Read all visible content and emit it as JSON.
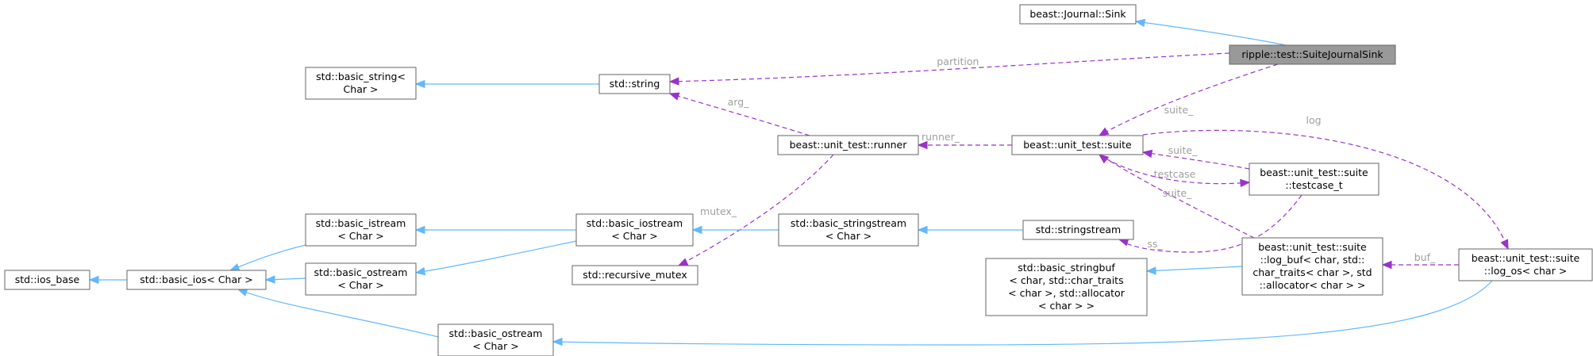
{
  "nodes": {
    "sink": [
      "beast::Journal::Sink"
    ],
    "suite_sink": [
      "ripple::test::SuiteJournalSink"
    ],
    "basic_string": [
      "std::basic_string<",
      "Char >"
    ],
    "string": [
      "std::string"
    ],
    "runner": [
      "beast::unit_test::runner"
    ],
    "suite": [
      "beast::unit_test::suite"
    ],
    "testcase_t": [
      "beast::unit_test::suite",
      "::testcase_t"
    ],
    "basic_istream": [
      "std::basic_istream",
      "< Char >"
    ],
    "basic_iostream": [
      "std::basic_iostream",
      "< Char >"
    ],
    "basic_stringstream": [
      "std::basic_stringstream",
      "< Char >"
    ],
    "stringstream": [
      "std::stringstream"
    ],
    "ios_base": [
      "std::ios_base"
    ],
    "basic_ios": [
      "std::basic_ios< Char >"
    ],
    "basic_ostream_a": [
      "std::basic_ostream",
      "< Char >"
    ],
    "recursive_mutex": [
      "std::recursive_mutex"
    ],
    "basic_stringbuf": [
      "std::basic_stringbuf",
      "< char, std::char_traits",
      "< char >, std::allocator",
      "< char > >"
    ],
    "log_buf": [
      "beast::unit_test::suite",
      "::log_buf< char, std::",
      "char_traits< char >, std",
      "::allocator< char > >"
    ],
    "log_os": [
      "beast::unit_test::suite",
      "::log_os< char >"
    ],
    "basic_ostream_b": [
      "std::basic_ostream",
      "< Char >"
    ]
  },
  "edge_labels": {
    "partition": "partition_",
    "suite_a": "suite_",
    "arg": "arg_",
    "runner": "runner_",
    "log": "log",
    "suite_b": "suite_",
    "testcase": "testcase",
    "suite_c": "suite_",
    "mutex": "mutex_",
    "ss": "ss_",
    "buf": "buf_"
  },
  "colors": {
    "inheritance": "#63b8ff",
    "usage": "#9a32cd",
    "focus_fill": "#999999",
    "edge_label": "#9e9e9e"
  }
}
